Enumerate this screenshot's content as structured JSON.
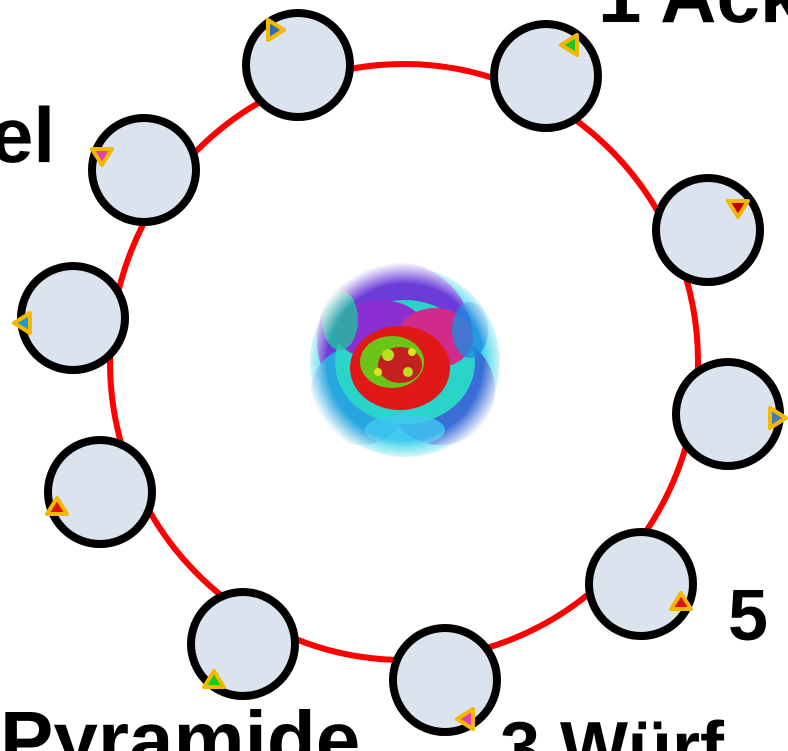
{
  "labels": {
    "top_right": "1 Ack",
    "left": "el",
    "right": "5",
    "bottom_left": "Pyramide",
    "bottom_right": "3 Würf"
  },
  "colors": {
    "ring": "#ff0000",
    "node_fill": "#dbe3ef",
    "node_stroke": "#000000",
    "triangle_outline": "#f5b800"
  },
  "nodes": [
    {
      "id": "node-top",
      "marker_color": "#2e6bb3",
      "marker_direction": "right"
    },
    {
      "id": "node-top-right",
      "marker_color": "#22c422",
      "marker_direction": "left"
    },
    {
      "id": "node-right-upper",
      "marker_color": "#c00000",
      "marker_direction": "down"
    },
    {
      "id": "node-right",
      "marker_color": "#4a7bb7",
      "marker_direction": "right"
    },
    {
      "id": "node-bottom-right",
      "marker_color": "#e01010",
      "marker_direction": "up"
    },
    {
      "id": "node-bottom",
      "marker_color": "#e040b0",
      "marker_direction": "left"
    },
    {
      "id": "node-bottom-left",
      "marker_color": "#22c422",
      "marker_direction": "up"
    },
    {
      "id": "node-left-lower",
      "marker_color": "#e01010",
      "marker_direction": "up"
    },
    {
      "id": "node-left",
      "marker_color": "#1a9ad6",
      "marker_direction": "left"
    },
    {
      "id": "node-top-left",
      "marker_color": "#e040b0",
      "marker_direction": "down"
    }
  ],
  "center_image": "flower-image"
}
